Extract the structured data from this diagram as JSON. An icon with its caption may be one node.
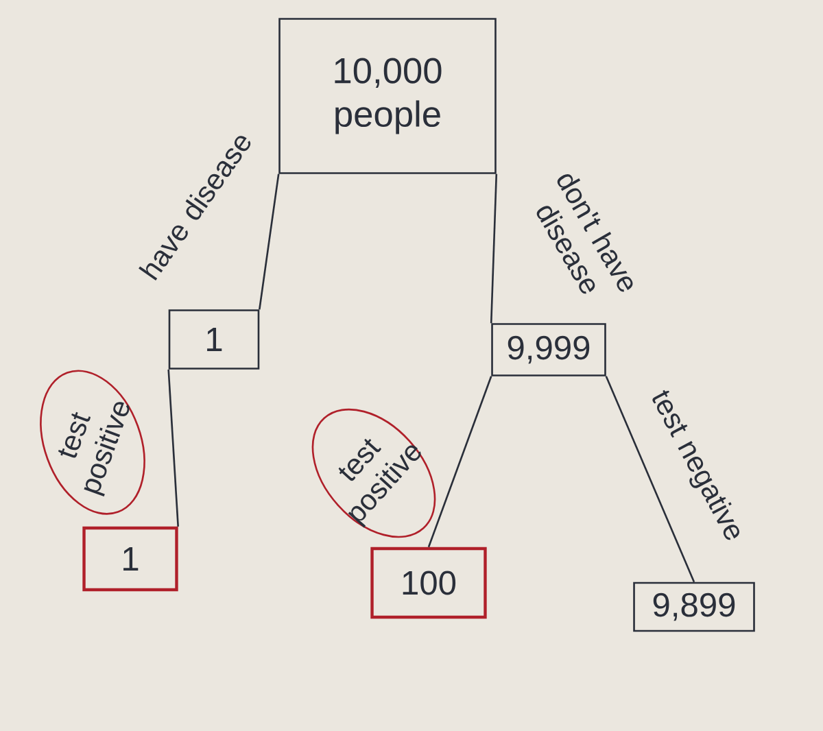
{
  "diagram": {
    "nodes": [
      {
        "text": [
          "10,000 people"
        ]
      },
      {
        "text": [
          "1"
        ]
      },
      {
        "text": [
          "9,999"
        ]
      },
      {
        "text": [
          "1"
        ]
      },
      {
        "text": [
          "100"
        ]
      },
      {
        "text": [
          "9,899"
        ]
      }
    ],
    "edges": [
      {
        "from": 0,
        "to": 1,
        "arrow": "none",
        "label": "have disease"
      },
      {
        "from": 0,
        "to": 2,
        "arrow": "none",
        "label": "don't have disease"
      },
      {
        "from": 1,
        "to": 3,
        "arrow": "none",
        "label": "test positive"
      },
      {
        "from": 2,
        "to": 4,
        "arrow": "none",
        "label": "test positive"
      },
      {
        "from": 2,
        "to": 5,
        "arrow": "none",
        "label": "test negative"
      }
    ]
  }
}
